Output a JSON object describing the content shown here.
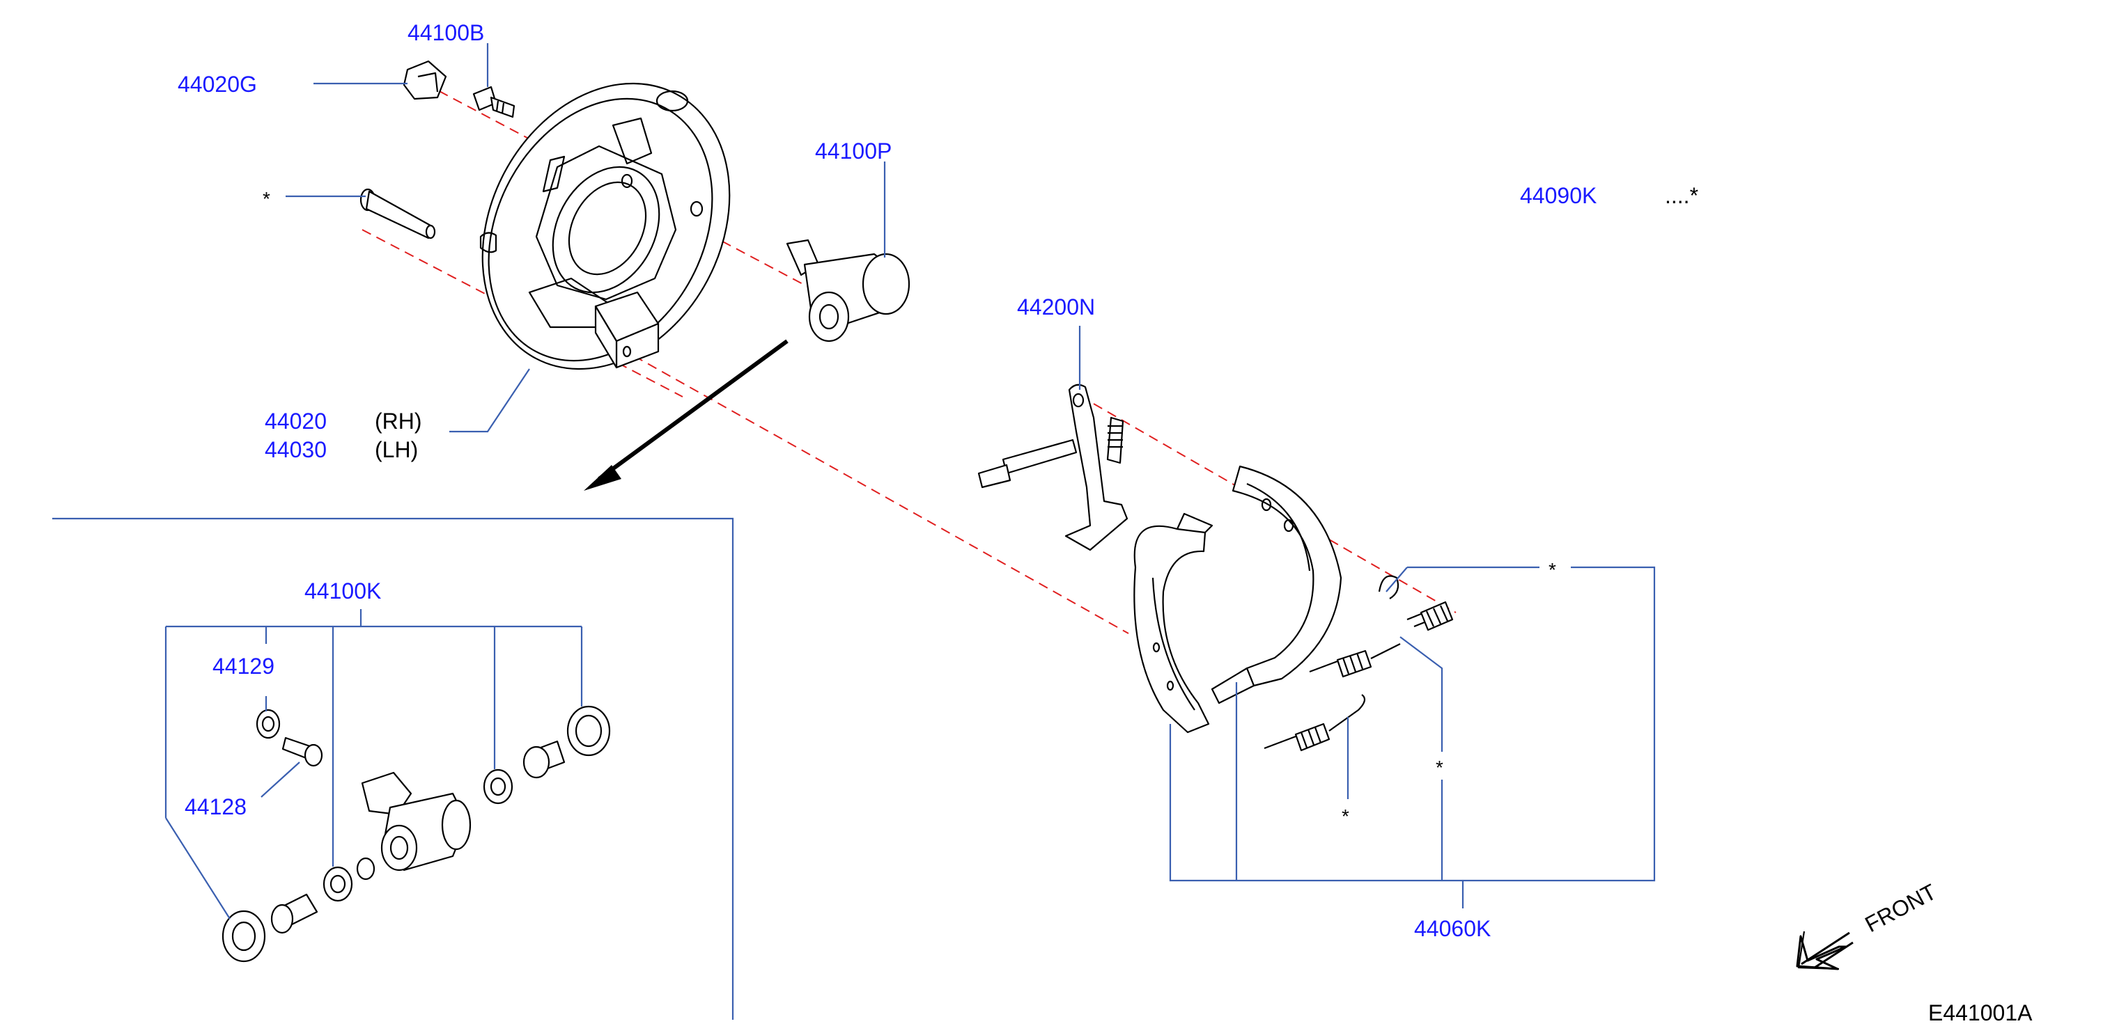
{
  "diagram_code": "E441001A",
  "front_label": "FRONT",
  "kit_note": {
    "code": "44090K",
    "marker": "....*"
  },
  "labels": {
    "p44100B": "44100B",
    "p44020G": "44020G",
    "star_bolt": "*",
    "p44100P": "44100P",
    "p44020": "44020",
    "rh": "(RH)",
    "p44030": "44030",
    "lh": "(LH)",
    "p44200N": "44200N",
    "p44100K": "44100K",
    "p44129": "44129",
    "p44128": "44128",
    "star_top": "*",
    "star_mid": "*",
    "star_spring": "*",
    "p44060K": "44060K"
  },
  "colors": {
    "callout_text": "#1a1aff",
    "leader_line": "#3a5fb0",
    "dash_line": "#e02020",
    "outline": "#000000"
  },
  "icons": [
    "back-plate",
    "wheel-cylinder",
    "parking-lever",
    "brake-shoe",
    "return-spring",
    "adjuster-spring",
    "front-arrow-icon"
  ]
}
